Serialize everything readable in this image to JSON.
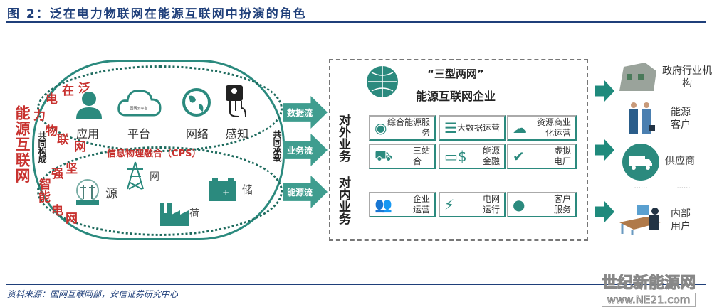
{
  "title": "图 2：泛在电力物联网在能源互联网中扮演的角色",
  "left": {
    "energy_internet": "能源互联网",
    "ubiquitous_iot": [
      "泛",
      "在",
      "电",
      "力",
      "物",
      "联",
      "网"
    ],
    "strong_smart_grid": [
      "坚",
      "强",
      "智",
      "能",
      "电",
      "网"
    ],
    "jointly_form": "共同构成",
    "jointly_carry": "共同承载",
    "layers": [
      "应用",
      "平台",
      "网络",
      "感知"
    ],
    "cloud_label": "国网云平台",
    "cps": "信息物理融合（CPS）",
    "grid_elements": [
      "源",
      "网",
      "荷",
      "储"
    ]
  },
  "flows": [
    "数据流",
    "业务流",
    "能源流"
  ],
  "enterprise": {
    "title_line1": "“三型两网”",
    "title_line2": "能源互联网企业",
    "external": "对外业务",
    "internal": "对内业务",
    "external_cards": [
      {
        "icon": "energy-service-icon",
        "label": "综合能源服务"
      },
      {
        "icon": "server-icon",
        "label": "大数据运营"
      },
      {
        "icon": "cloud-refresh-icon",
        "label": "资源商业化运营"
      },
      {
        "icon": "truck-icon",
        "label": "三站合一"
      },
      {
        "icon": "card-dollar-icon",
        "label": "能源金融"
      },
      {
        "icon": "shield-check-icon",
        "label": "虚拟电厂"
      }
    ],
    "internal_cards": [
      {
        "icon": "people-icon",
        "label": "企业运营"
      },
      {
        "icon": "tower-icon",
        "label": "电网运行"
      },
      {
        "icon": "customer-service-icon",
        "label": "客户服务"
      }
    ]
  },
  "users": [
    "政府行业机构",
    "能源客户",
    "供应商",
    "......",
    "......",
    "内部用户"
  ],
  "source": "资料来源：国网互联网部，安信证券研究中心",
  "watermark": {
    "line1": "世纪新能源网",
    "line2": "www.NE21.com"
  },
  "colors": {
    "teal": "#2b8a7e",
    "red": "#c8322f",
    "navy": "#1f3f7a"
  }
}
